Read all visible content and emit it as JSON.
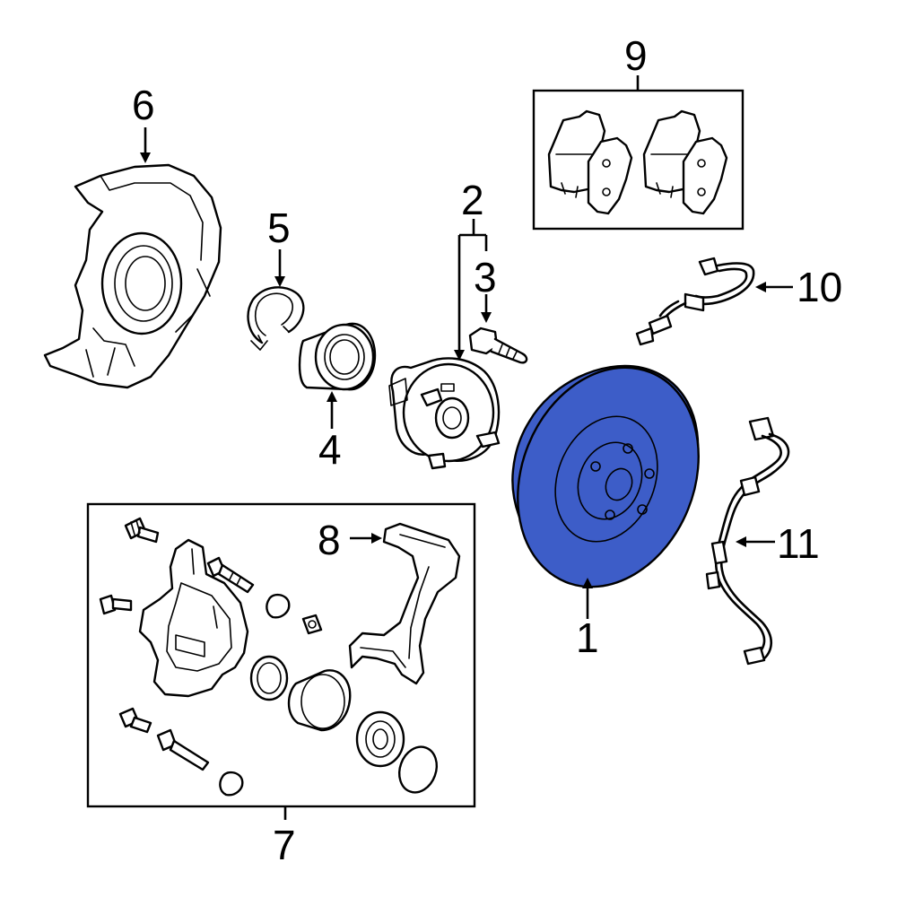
{
  "highlight_color": "#3d5dc8",
  "callouts": [
    {
      "id": "1",
      "part": "rotor"
    },
    {
      "id": "2",
      "part": "hub"
    },
    {
      "id": "3",
      "part": "hub-bolt"
    },
    {
      "id": "4",
      "part": "wheel-bearing"
    },
    {
      "id": "5",
      "part": "snap-ring"
    },
    {
      "id": "6",
      "part": "splash-shield"
    },
    {
      "id": "7",
      "part": "caliper-assembly"
    },
    {
      "id": "8",
      "part": "caliper-support"
    },
    {
      "id": "9",
      "part": "brake-pads"
    },
    {
      "id": "10",
      "part": "brake-hose"
    },
    {
      "id": "11",
      "part": "abs-sensor"
    }
  ]
}
